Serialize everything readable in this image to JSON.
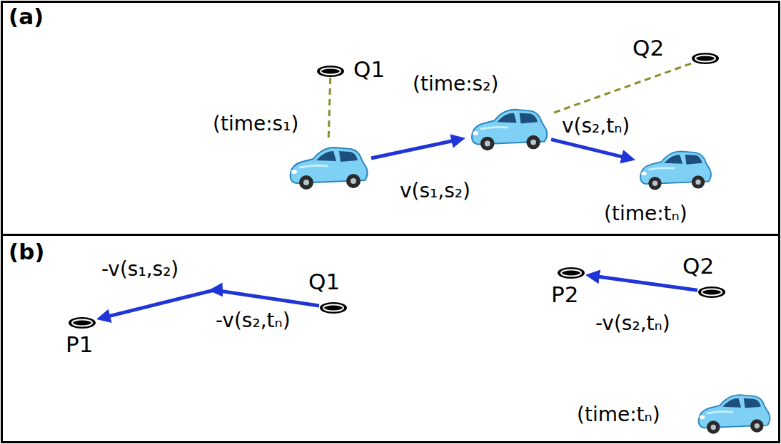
{
  "diagram": {
    "nodes": [
      {
        "text": [
          "(a)"
        ]
      },
      {
        "text": [
          "Q1"
        ],
        "in": 0
      },
      {
        "text": [
          "Q2"
        ],
        "in": 0
      },
      {
        "text": [
          "(time:s₁)"
        ],
        "in": 0
      },
      {
        "text": [
          "(time:s₂)"
        ],
        "in": 0
      },
      {
        "text": [
          "(time:tₙ)"
        ],
        "in": 0
      },
      {
        "text": [
          "(b)"
        ]
      },
      {
        "text": [
          "Q1"
        ],
        "in": 6
      },
      {
        "text": [
          "P1"
        ],
        "in": 6
      },
      {
        "text": [
          "Q2"
        ],
        "in": 6
      },
      {
        "text": [
          "P2"
        ],
        "in": 6
      },
      {
        "text": [
          "(time:tₙ)"
        ],
        "in": 6
      }
    ],
    "edges": [
      {
        "from": 3,
        "to": 4,
        "label": "v(s₁,s₂)",
        "arrow": "to"
      },
      {
        "from": 4,
        "to": 5,
        "label": "v(s₂,tₙ)",
        "arrow": "to"
      },
      {
        "from": 1,
        "to": 3,
        "arrow": "none"
      },
      {
        "from": 2,
        "to": 4,
        "arrow": "none"
      },
      {
        "from": 7,
        "to": 8,
        "label": "-v(s₂,tₙ)",
        "arrow": "to"
      },
      {
        "from": 9,
        "to": 10,
        "label": "-v(s₂,tₙ)",
        "arrow": "to"
      }
    ],
    "labels": [
      "-v(s₁,s₂)"
    ]
  }
}
